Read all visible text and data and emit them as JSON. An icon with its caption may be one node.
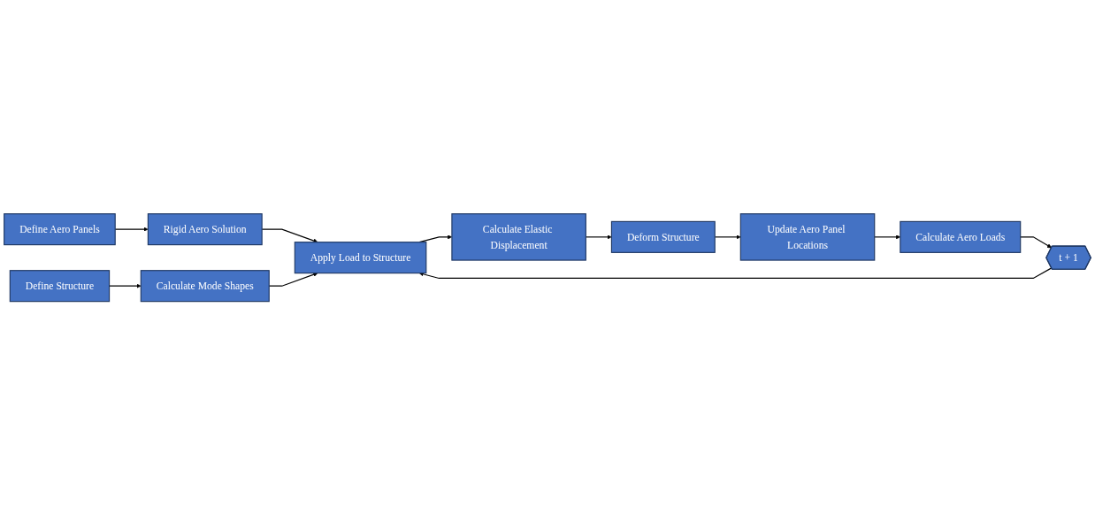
{
  "diagram": {
    "nodes": [
      {
        "text": [
          "Define Aero Panels"
        ]
      },
      {
        "text": [
          "Rigid Aero Solution"
        ]
      },
      {
        "text": [
          "Define Structure"
        ]
      },
      {
        "text": [
          "Calculate Mode Shapes"
        ]
      },
      {
        "text": [
          "Apply Load to Structure"
        ]
      },
      {
        "text": [
          "Calculate Elastic Displacement"
        ]
      },
      {
        "text": [
          "Deform Structure"
        ]
      },
      {
        "text": [
          "Update Aero Panel Locations"
        ]
      },
      {
        "text": [
          "Calculate Aero Loads"
        ]
      },
      {
        "text": [
          "t + 1"
        ]
      }
    ],
    "edges": [
      {
        "from": 0,
        "to": 1,
        "arrow": "to"
      },
      {
        "from": 2,
        "to": 3,
        "arrow": "to"
      },
      {
        "from": 1,
        "to": 4,
        "arrow": "to"
      },
      {
        "from": 3,
        "to": 4,
        "arrow": "to"
      },
      {
        "from": 9,
        "to": 4,
        "arrow": "to"
      },
      {
        "from": 4,
        "to": 5,
        "arrow": "to"
      },
      {
        "from": 5,
        "to": 6,
        "arrow": "to"
      },
      {
        "from": 6,
        "to": 7,
        "arrow": "to"
      },
      {
        "from": 7,
        "to": 8,
        "arrow": "to"
      },
      {
        "from": 8,
        "to": 9,
        "arrow": "to"
      }
    ]
  }
}
